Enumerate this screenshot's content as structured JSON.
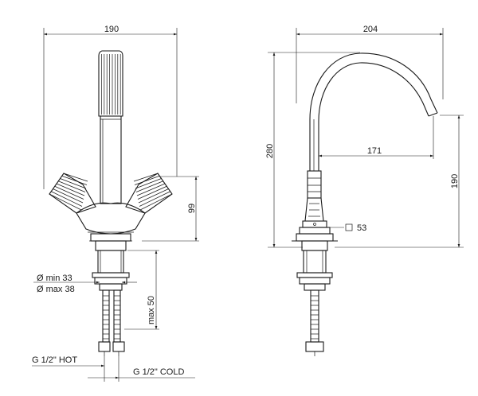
{
  "front_view": {
    "width_label": "190",
    "height_label": "99",
    "hole_min_label": "Ø min 33",
    "hole_max_label": "Ø max 38",
    "shank_label": "max 50",
    "hot_label": "G 1/2\" HOT",
    "cold_label": "G 1/2\" COLD"
  },
  "side_view": {
    "width_label": "204",
    "height_label": "280",
    "reach_label": "171",
    "spout_height_label": "190",
    "base_label": "53"
  }
}
